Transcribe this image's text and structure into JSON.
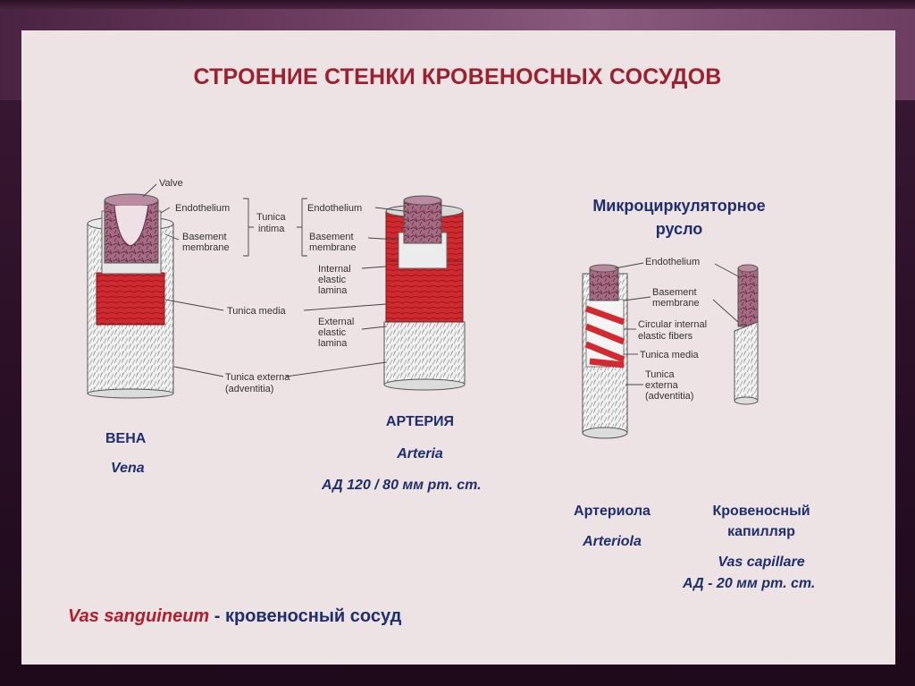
{
  "title": "СТРОЕНИЕ СТЕНКИ КРОВЕНОСНЫХ СОСУДОВ",
  "micro_title_1": "Микроциркуляторное",
  "micro_title_2": "русло",
  "diagram_labels": {
    "valve": "Valve",
    "endothelium": "Endothelium",
    "basement": "Basement",
    "membrane": "membrane",
    "tunica": "Tunica",
    "intima": "intima",
    "internal": "Internal",
    "elastic": "elastic",
    "lamina": "lamina",
    "tunica_media": "Tunica media",
    "external": "External",
    "tunica_externa": "Tunica externa",
    "adventitia": "(adventitia)",
    "circular_internal": "Circular internal",
    "elastic_fibers": "elastic fibers",
    "tunica_word": "Tunica",
    "externa_word": "externa"
  },
  "vein": {
    "ru": "ВЕНА",
    "lat": "Vena"
  },
  "artery": {
    "ru": "АРТЕРИЯ",
    "lat": "Arteria",
    "pressure": "АД 120 / 80  мм рт. ст."
  },
  "arteriole": {
    "ru": "Артериола",
    "lat": "Arteriola"
  },
  "capillary": {
    "ru_1": "Кровеносный",
    "ru_2": "капилляр",
    "lat": "Vas capillare",
    "pressure": "АД  - 20  мм рт. ст."
  },
  "footer": {
    "latin": "Vas sanguineum",
    "sep": " - ",
    "russian": "кровеносный сосуд"
  },
  "colors": {
    "title": "#9c2130",
    "labels": "#1f2e6e",
    "media": "#c4232c",
    "slide": "#ede2e4"
  }
}
